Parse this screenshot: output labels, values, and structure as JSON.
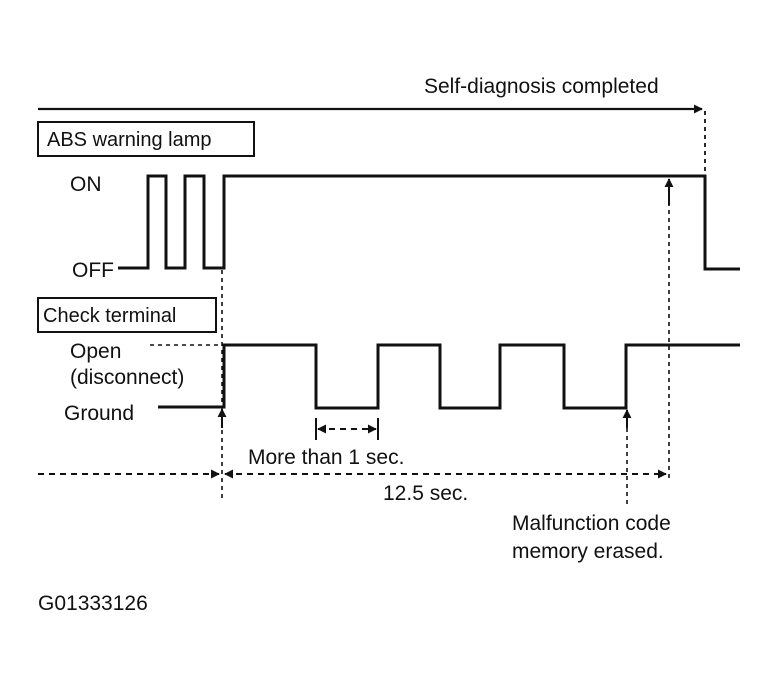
{
  "header": {
    "completed_label": "Self-diagnosis completed"
  },
  "lamp": {
    "title": "ABS warning lamp",
    "on_label": "ON",
    "off_label": "OFF"
  },
  "terminal": {
    "title": "Check terminal",
    "open_label_line1": "Open",
    "open_label_line2": "(disconnect)",
    "ground_label": "Ground"
  },
  "timing": {
    "interval_label": "More than 1 sec.",
    "total_label": "12.5 sec."
  },
  "note": {
    "line1": "Malfunction code",
    "line2": "memory erased."
  },
  "figure_id": "G01333126",
  "colors": {
    "ink": "#111111",
    "background": "#ffffff"
  }
}
